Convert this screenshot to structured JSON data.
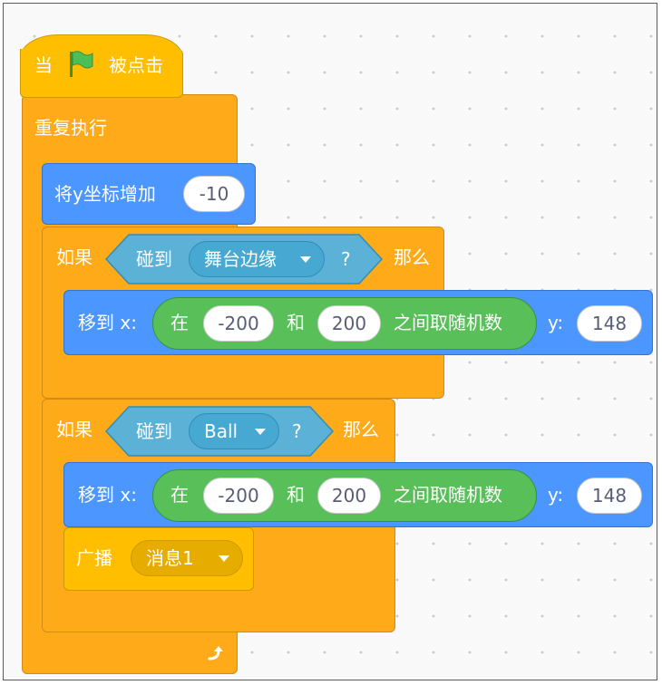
{
  "hat": {
    "when": "当",
    "clicked": "被点击",
    "flag_color": "#4cbf56"
  },
  "forever": {
    "label": "重复执行"
  },
  "change_y": {
    "label": "将y坐标增加",
    "value": "-10"
  },
  "if1": {
    "if_label": "如果",
    "touching_label": "碰到",
    "target": "舞台边缘",
    "question": "?",
    "then_label": "那么",
    "goto": {
      "label": "移到 x:",
      "random_label": "在",
      "from": "-200",
      "and_label": "和",
      "to": "200",
      "between_label": "之间取随机数",
      "y_label": "y:",
      "y_value": "148"
    }
  },
  "if2": {
    "if_label": "如果",
    "touching_label": "碰到",
    "target": "Ball",
    "question": "?",
    "then_label": "那么",
    "goto": {
      "label": "移到 x:",
      "random_label": "在",
      "from": "-200",
      "and_label": "和",
      "to": "200",
      "between_label": "之间取随机数",
      "y_label": "y:",
      "y_value": "148"
    },
    "broadcast": {
      "label": "广播",
      "message": "消息1"
    }
  },
  "colors": {
    "events": "#ffbf00",
    "control": "#ffab19",
    "motion": "#4c97ff",
    "sensing": "#5cb1d6",
    "operators": "#59c059"
  }
}
